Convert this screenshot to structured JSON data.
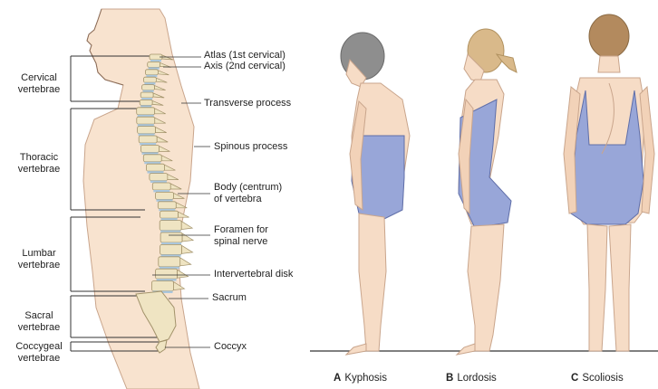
{
  "regions": {
    "cervical": [
      "Cervical",
      "vertebrae"
    ],
    "thoracic": [
      "Thoracic",
      "vertebrae"
    ],
    "lumbar": [
      "Lumbar",
      "vertebrae"
    ],
    "sacral": [
      "Sacral",
      "vertebrae"
    ],
    "coccygeal": [
      "Coccygeal",
      "vertebrae"
    ]
  },
  "callouts": {
    "atlas": "Atlas (1st cervical)",
    "axis": "Axis (2nd cervical)",
    "transverse": "Transverse process",
    "spinous": "Spinous process",
    "body": [
      "Body (centrum)",
      "of vertebra"
    ],
    "foramen": [
      "Foramen for",
      "spinal nerve"
    ],
    "disk": "Intervertebral disk",
    "sacrum": "Sacrum",
    "coccyx": "Coccyx"
  },
  "captions": [
    {
      "letter": "A",
      "text": "Kyphosis"
    },
    {
      "letter": "B",
      "text": "Lordosis"
    },
    {
      "letter": "C",
      "text": "Scoliosis"
    }
  ],
  "colors": {
    "skin": "#f6dcc6",
    "skin_line": "#c9a58c",
    "swimsuit": "#98a6d8",
    "swimsuit_line": "#5f6ea8",
    "bone": "#efe4c2",
    "bone_line": "#a2926a",
    "disk": "#aac6dc",
    "hair_gray": "#8e8e8e",
    "hair_blond": "#d9b98a",
    "hair_brown": "#b38a5e"
  }
}
